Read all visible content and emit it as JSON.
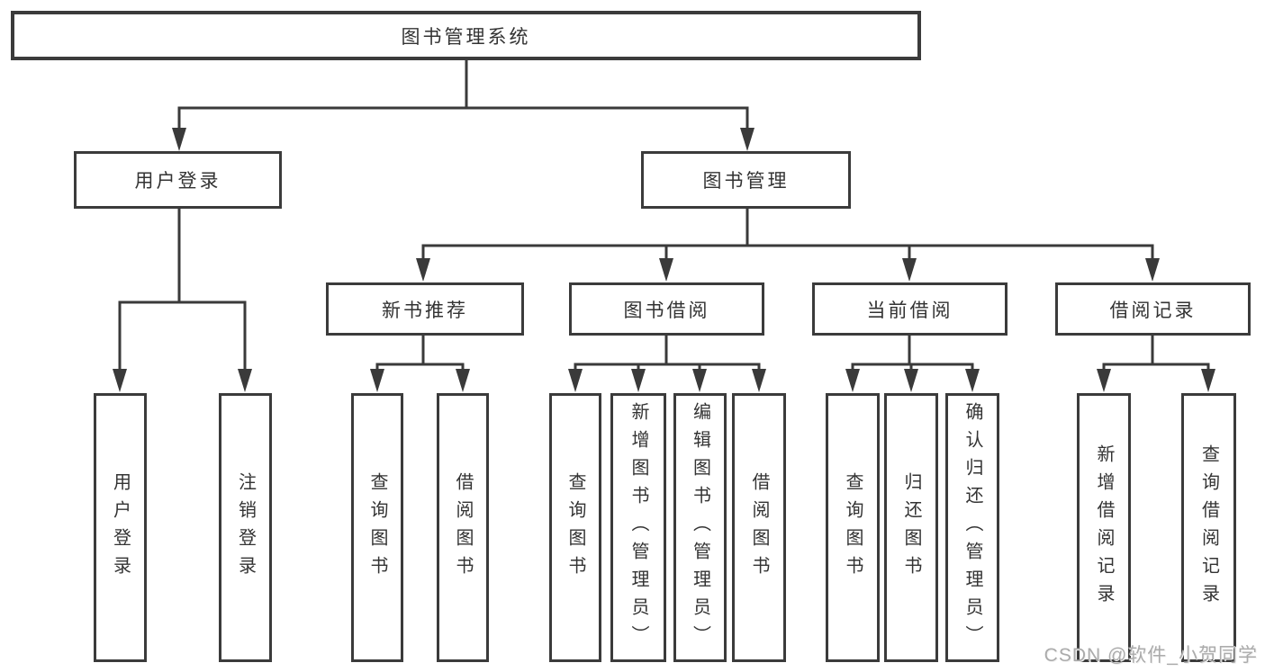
{
  "tree": {
    "label": "图书管理系统",
    "children": [
      {
        "label": "用户登录",
        "children": [
          {
            "label": "用户登录"
          },
          {
            "label": "注销登录"
          }
        ]
      },
      {
        "label": "图书管理",
        "children": [
          {
            "label": "新书推荐",
            "children": [
              {
                "label": "查询图书"
              },
              {
                "label": "借阅图书"
              }
            ]
          },
          {
            "label": "图书借阅",
            "children": [
              {
                "label": "查询图书"
              },
              {
                "label": "新增图书（管理员）"
              },
              {
                "label": "编辑图书（管理员）"
              },
              {
                "label": "借阅图书"
              }
            ]
          },
          {
            "label": "当前借阅",
            "children": [
              {
                "label": "查询图书"
              },
              {
                "label": "归还图书"
              },
              {
                "label": "确认归还（管理员）"
              }
            ]
          },
          {
            "label": "借阅记录",
            "children": [
              {
                "label": "新增借阅记录"
              },
              {
                "label": "查询借阅记录"
              }
            ]
          }
        ]
      }
    ]
  },
  "watermark": {
    "text": "CSDN @软件_小贺同学"
  },
  "colors": {
    "line": "#3a3a3a",
    "text": "#333333",
    "background": "#ffffff",
    "watermark": "#ababab"
  }
}
